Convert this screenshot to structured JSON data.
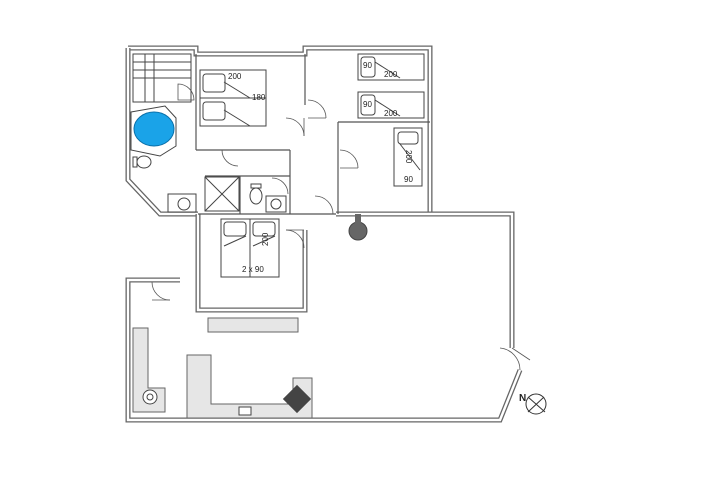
{
  "labels": {
    "master_bed_length": "200",
    "master_bed_width": "180",
    "bunk_top_width": "90",
    "bunk_top_length": "200",
    "bunk_bottom_width": "90",
    "bunk_bottom_length": "200",
    "single_bed_length": "200",
    "single_bed_width": "90",
    "twin_beds_length": "200",
    "twin_beds_width": "2 x 90"
  },
  "compass": {
    "direction": "N"
  },
  "colors": {
    "spa": "#1aa3e8",
    "walls": "#666666",
    "counter": "#e6e6e6",
    "stove": "#444444"
  }
}
